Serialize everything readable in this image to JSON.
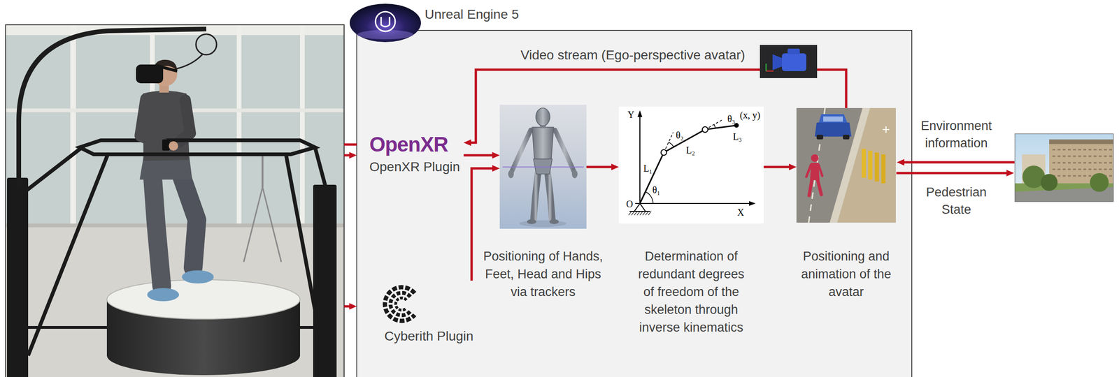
{
  "diagram": {
    "nodes": [
      {
        "text": [
          "Unreal Engine 5"
        ]
      },
      {
        "text": [
          "OpenXR",
          "OpenXR Plugin"
        ],
        "in": 0
      },
      {
        "text": [
          "Cyberith Plugin"
        ],
        "in": 0
      },
      {
        "text": [
          "Positioning of Hands, Feet, Head and Hips via trackers"
        ],
        "in": 0
      },
      {
        "text": [
          "Determination of redundant degrees of freedom of the skeleton through inverse kinematics"
        ],
        "in": 0
      },
      {
        "text": [
          "Positioning and animation of the avatar"
        ],
        "in": 0
      }
    ],
    "edges": [
      {
        "from": 1,
        "to": 3,
        "arrow": "to"
      },
      {
        "from": 2,
        "to": 3,
        "arrow": "to"
      },
      {
        "from": 3,
        "to": 4,
        "arrow": "to"
      },
      {
        "from": 4,
        "to": 5,
        "arrow": "to"
      },
      {
        "from": 5,
        "to": 1,
        "arrow": "to",
        "label": "Video stream (Ego-perspective avatar)"
      }
    ],
    "labels": [
      "Y",
      "X",
      "O",
      "L₁",
      "L₂",
      "L₃",
      "θ₁",
      "θ₂",
      "θ₃",
      "(x, y)",
      "Environment information",
      "Pedestrian State"
    ]
  }
}
